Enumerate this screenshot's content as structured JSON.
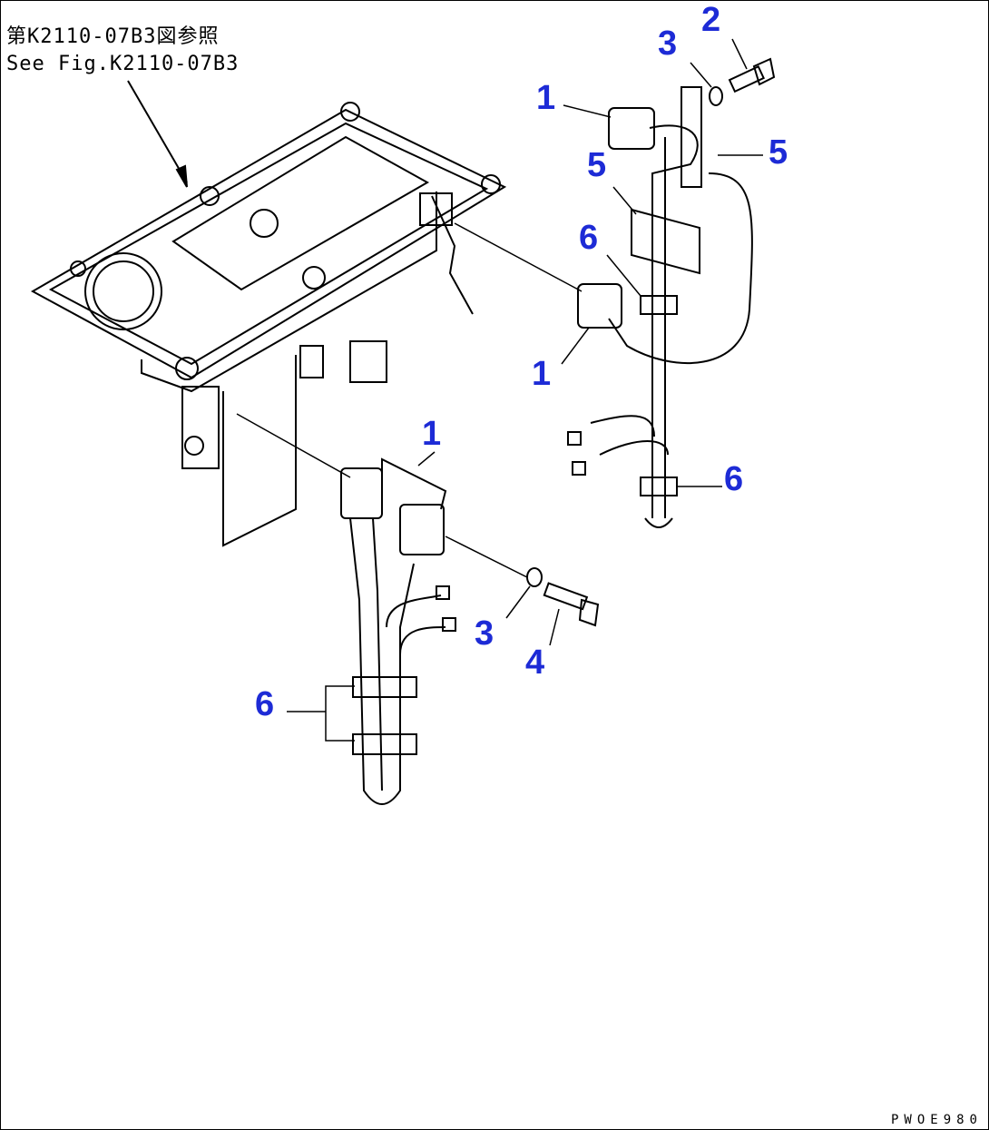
{
  "reference": {
    "japanese": "第K2110-07B3図参照",
    "english": "See Fig.K2110-07B3"
  },
  "drawing_code": "PWOE980",
  "callout_color": "#1d2bd6",
  "callouts": [
    {
      "label": "2"
    },
    {
      "label": "3"
    },
    {
      "label": "1"
    },
    {
      "label": "5"
    },
    {
      "label": "5"
    },
    {
      "label": "6"
    },
    {
      "label": "1"
    },
    {
      "label": "6"
    },
    {
      "label": "1"
    },
    {
      "label": "3"
    },
    {
      "label": "4"
    },
    {
      "label": "6"
    }
  ]
}
